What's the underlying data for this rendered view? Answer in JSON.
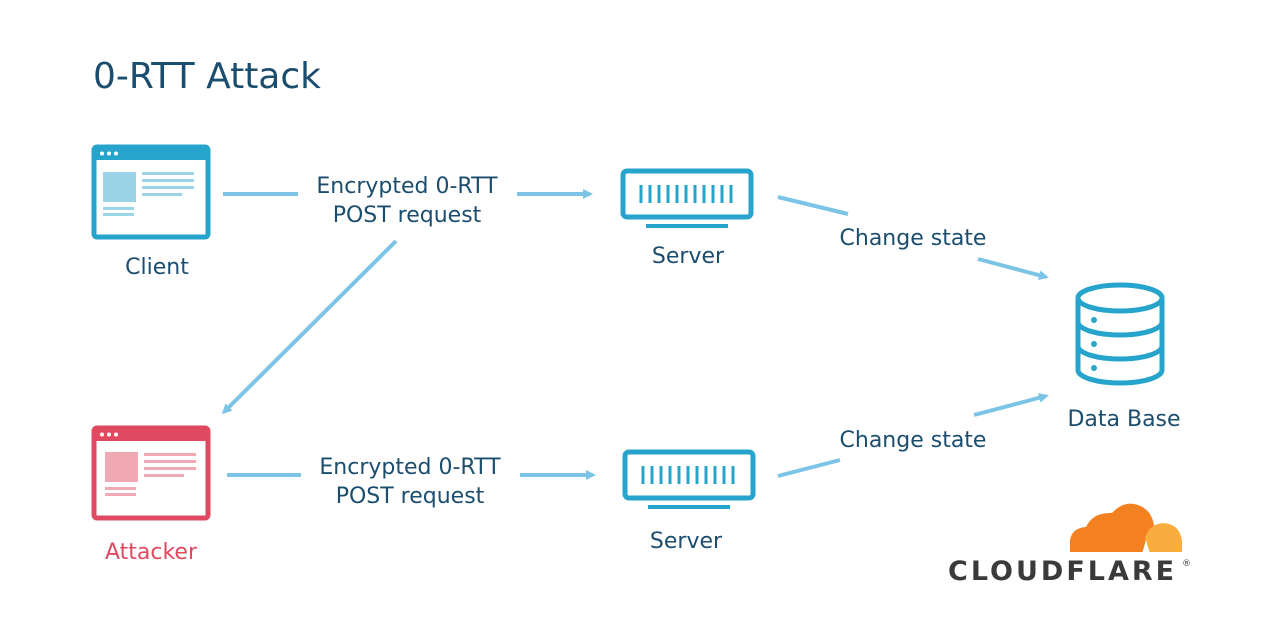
{
  "title": "0-RTT Attack",
  "nodes": {
    "client": {
      "label": "Client"
    },
    "attacker": {
      "label": "Attacker"
    },
    "server_top": {
      "label": "Server"
    },
    "server_bottom": {
      "label": "Server"
    },
    "database": {
      "label": "Data Base"
    }
  },
  "edges": {
    "client_to_server": {
      "line1": "Encrypted 0-RTT",
      "line2": "POST request"
    },
    "attacker_to_server": {
      "line1": "Encrypted 0-RTT",
      "line2": "POST request"
    },
    "server_top_to_db": {
      "label": "Change state"
    },
    "server_bottom_to_db": {
      "label": "Change state"
    }
  },
  "logo": {
    "wordmark": "CLOUDFLARE",
    "registered": "®"
  },
  "colors": {
    "primary": "#27a4cc",
    "primary_light": "#9bd4e6",
    "attacker": "#e04a60",
    "attacker_light": "#f0a8b2",
    "text": "#1b4d6e",
    "arrow": "#7cc4e6",
    "logo_orange": "#f48120",
    "logo_amber": "#faad3f",
    "logo_text": "#3a3a3a"
  }
}
